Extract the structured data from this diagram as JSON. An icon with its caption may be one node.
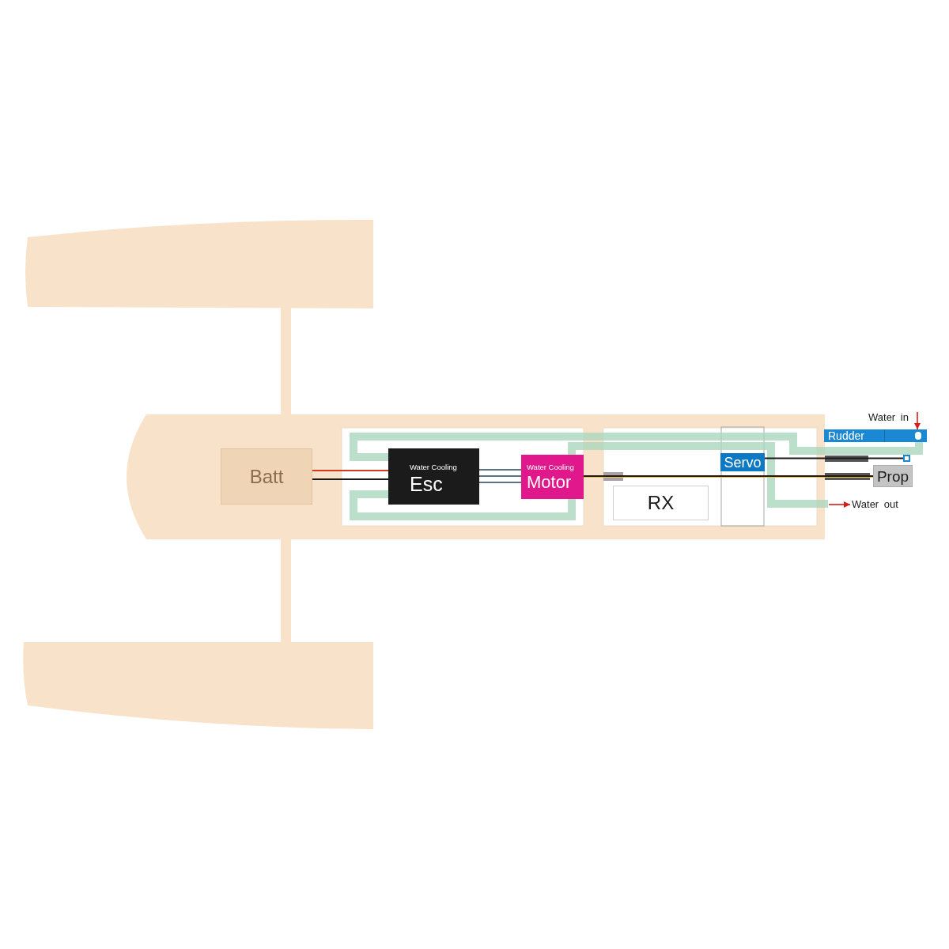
{
  "diagram": {
    "nodes": [
      {
        "text": [
          "Batt"
        ]
      },
      {
        "text": [
          "Water Cooling",
          "Esc"
        ]
      },
      {
        "text": [
          "Water Cooling",
          "Motor"
        ]
      },
      {
        "text": [
          "RX"
        ]
      },
      {
        "text": [
          "Servo"
        ]
      },
      {
        "text": [
          "Water in"
        ]
      },
      {
        "text": [
          "Rudder"
        ]
      },
      {
        "text": [],
        "shape": "box"
      },
      {
        "text": [
          "Prop"
        ]
      },
      {
        "text": [
          "Water out"
        ]
      }
    ],
    "edges": [
      {
        "from": 0,
        "to": 1,
        "arrow": "none",
        "color": "#d23a24"
      },
      {
        "from": 0,
        "to": 1,
        "arrow": "none",
        "color": "#1a1a1a"
      },
      {
        "from": 1,
        "to": 2,
        "arrow": "none",
        "color": "#5f7386"
      },
      {
        "from": 1,
        "to": 2,
        "arrow": "none",
        "color": "#5f7386"
      },
      {
        "from": 1,
        "to": 2,
        "arrow": "none",
        "color": "#5f7386"
      },
      {
        "from": 2,
        "to": 8,
        "arrow": "none",
        "color": "#1a1a1a"
      },
      {
        "from": 4,
        "to": 7,
        "arrow": "none",
        "color": "#1a1a1a"
      },
      {
        "from": 5,
        "to": 6,
        "arrow": "to",
        "color": "#d4201c"
      },
      {
        "from": null,
        "to": 9,
        "arrow": "to",
        "color": "#d4201c"
      },
      {
        "from": 6,
        "to": 1,
        "arrow": "none",
        "style": "thick",
        "color": "#a9d6bd"
      },
      {
        "from": 1,
        "to": 2,
        "arrow": "none",
        "style": "thick",
        "color": "#a9d6bd"
      },
      {
        "from": 2,
        "to": null,
        "arrow": "none",
        "style": "thick",
        "color": "#a9d6bd"
      }
    ]
  }
}
